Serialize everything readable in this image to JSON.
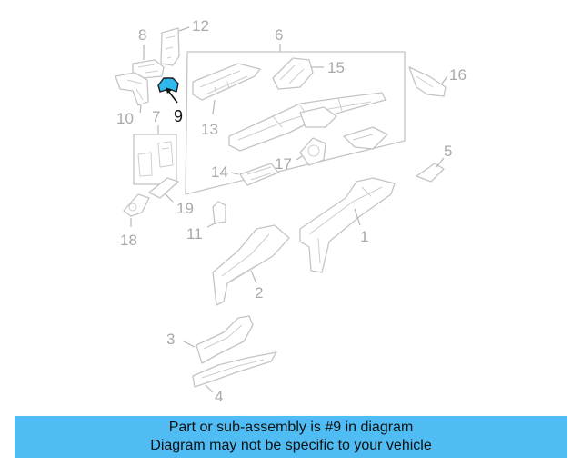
{
  "diagram": {
    "callouts": {
      "c1": "1",
      "c2": "2",
      "c3": "3",
      "c4": "4",
      "c5": "5",
      "c6": "6",
      "c7": "7",
      "c8": "8",
      "c9": "9",
      "c10": "10",
      "c11": "11",
      "c12": "12",
      "c13": "13",
      "c14": "14",
      "c15": "15",
      "c16": "16",
      "c17": "17",
      "c18": "18",
      "c19": "19"
    },
    "highlighted_callout": "9",
    "highlight_color": "#2eb8ee",
    "line_color": "#c4c4c4"
  },
  "banner": {
    "line1": "Part or sub-assembly is #9 in diagram",
    "line2": "Diagram may not be specific to your vehicle",
    "background": "#4fbdf4"
  }
}
